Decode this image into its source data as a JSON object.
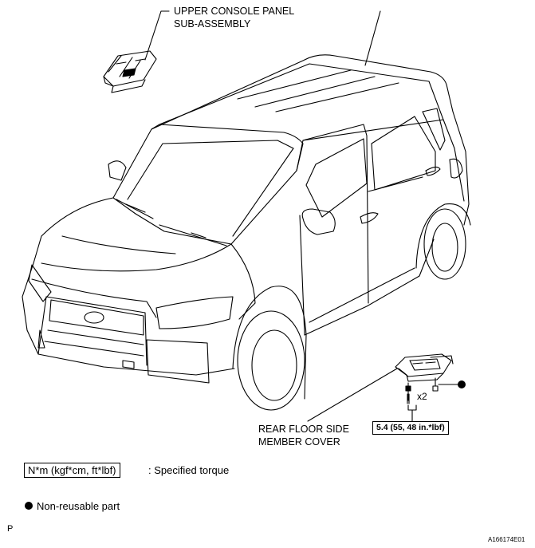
{
  "callouts": {
    "upper_console_line1": "UPPER CONSOLE PANEL",
    "upper_console_line2": "SUB-ASSEMBLY",
    "rear_floor_line1": "REAR FLOOR SIDE",
    "rear_floor_line2": "MEMBER COVER",
    "quantity": "x2",
    "torque": "5.4 (55, 48 in.*lbf)"
  },
  "legend": {
    "torque_units": "N*m (kgf*cm, ft*lbf)",
    "torque_desc": ": Specified torque",
    "nonreusable_desc": "Non-reusable part"
  },
  "footer": {
    "page_marker": "P",
    "figure_id": "A166174E01"
  },
  "icons": [
    "non-reusable-dot-icon",
    "bolt-icon",
    "clip-icon"
  ]
}
